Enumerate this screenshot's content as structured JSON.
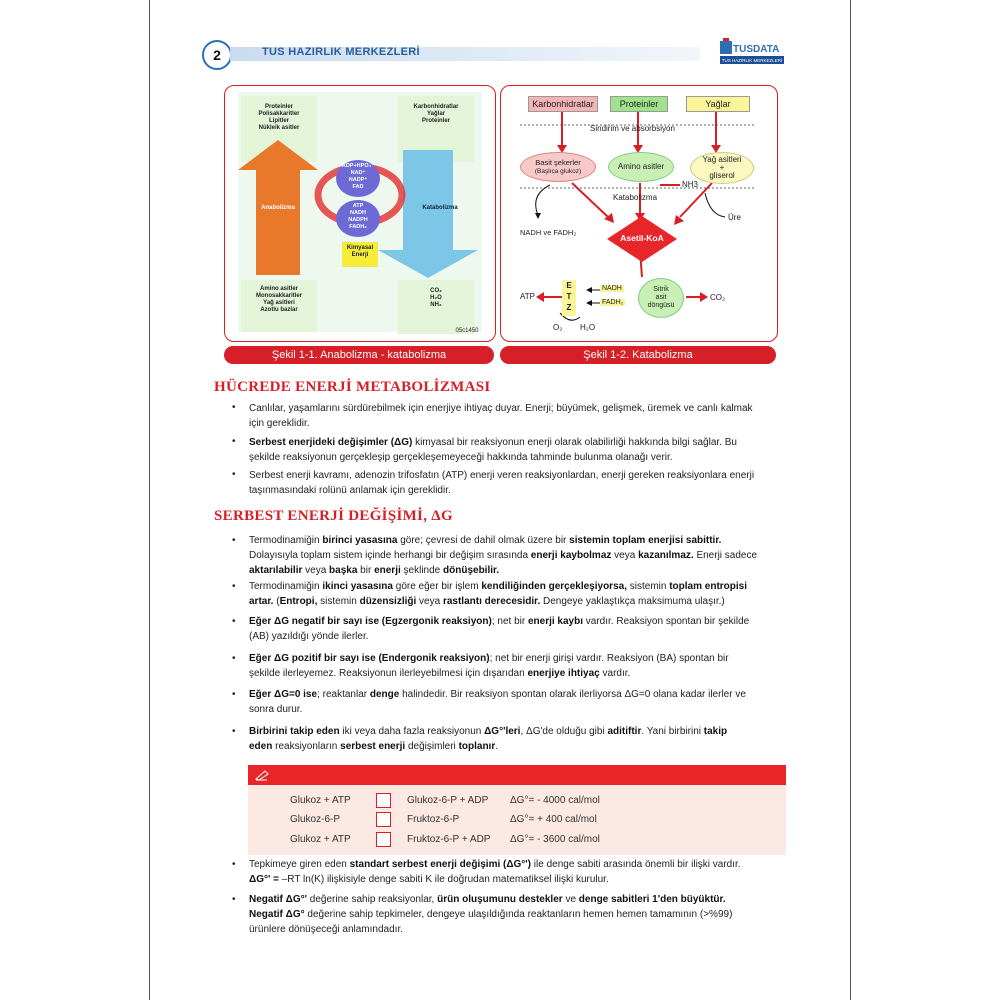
{
  "header": {
    "page_number": "2",
    "title": "TUS HAZIRLIK MERKEZLERİ",
    "logo_text": "TUSDATA",
    "logo_sub": "TUS HAZIRLIK MERKEZLERİ"
  },
  "figure1": {
    "caption": "Şekil 1-1. Anabolizma - katabolizma",
    "top_left": [
      "Proteinler",
      "Polisakkaritler",
      "Lipitler",
      "Nükleik asitler"
    ],
    "top_right": [
      "Karbonhidratlar",
      "Yağlar",
      "Proteinler"
    ],
    "anabolizma": "Anabolizma",
    "katabolizma": "Katabolizma",
    "upper_oval": [
      "ADP+HPO₄⁻",
      "NAD⁺",
      "NADP⁺",
      "FAD"
    ],
    "lower_oval": [
      "ATP",
      "NADH",
      "NADPH",
      "FADH₂"
    ],
    "chem_energy": [
      "Kimyasal",
      "Enerji"
    ],
    "bottom_left": [
      "Amino asitler",
      "Monosakkaritler",
      "Yağ asitleri",
      "Azotlu bazlar"
    ],
    "bottom_right": [
      "CO₂",
      "H₂O",
      "NH₃"
    ],
    "code": "05c1450"
  },
  "figure2": {
    "caption": "Şekil 1-2. Katabolizma",
    "carbs": "Karbonhidratlar",
    "proteins": "Proteinler",
    "fats": "Yağlar",
    "digestion": "Sindirim ve absorbsiyon",
    "simple_sugars": [
      "Basit şekerler",
      "(Başlıca glukoz)"
    ],
    "amino_acids": "Amino asitler",
    "fatty": [
      "Yağ asitleri",
      "+",
      "gliserol"
    ],
    "nh3": "NH3",
    "katabolizma": "Katabolizma",
    "nadh_fadh": "NADH ve FADH₂",
    "ure": "Üre",
    "acetyl": "Asetil-KoA",
    "atp": "ATP",
    "etz": [
      "E",
      "T",
      "Z"
    ],
    "nadh": "NADH",
    "fadh2": "FADH₂",
    "citric": [
      "Sitrik",
      "asit",
      "döngüsü"
    ],
    "co2": "CO₂",
    "o2": "O₂",
    "h2o": "H₂O"
  },
  "section1": {
    "title": "HÜCREDE ENERJİ METABOLİZMASI",
    "b1": "Canlılar, yaşamlarını sürdürebilmek için enerjiye ihtiyaç duyar. Enerji; büyümek, gelişmek, üremek ve canlı kalmak",
    "b1b": "için gereklidir.",
    "b2_bold": "Serbest enerjideki değişimler (ΔG)",
    "b2": " kimyasal bir reaksiyonun enerji olarak olabilirliği hakkında bilgi sağlar. Bu",
    "b2b": "şekilde reaksiyonun gerçekleşip gerçekleşemeyeceği hakkında tahminde bulunma olanağı verir.",
    "b3": "Serbest enerji kavramı, adenozin trifosfatın (ATP) enerji veren reaksiyonlardan, enerji gereken reaksiyonlara enerji",
    "b3b": "taşınmasındaki rolünü anlamak için gereklidir."
  },
  "section2": {
    "title": "SERBEST ENERJİ DEĞİŞİMİ, ΔG",
    "p1a": "Termodinamiğin ",
    "p1a_b": "birinci yasasına",
    "p1a2": " göre; çevresi de dahil olmak üzere bir ",
    "p1a_b2": "sistemin toplam enerjisi sabittir.",
    "p1b": "Dolayısıyla toplam sistem içinde herhangi bir değişim sırasında ",
    "p1b_b": "enerji kaybolmaz",
    "p1b2": " veya ",
    "p1b_b2": "kazanılmaz.",
    "p1b3": " Enerji sadece",
    "p1c_b": "aktarılabilir",
    "p1c": " veya ",
    "p1c_b2": "başka",
    "p1c2": " bir ",
    "p1c_b3": "enerji",
    "p1c3": " şeklinde ",
    "p1c_b4": "dönüşebilir.",
    "p2a": "Termodinamiğin ",
    "p2a_b": "ikinci yasasına",
    "p2a2": " göre eğer bir işlem ",
    "p2a_b2": "kendiliğinden gerçekleşiyorsa,",
    "p2a3": " sistemin ",
    "p2a_b3": "toplam entropisi",
    "p2b_b": "artar.",
    "p2b": " (",
    "p2b_b2": "Entropi,",
    "p2b2": " sistemin ",
    "p2b_b3": "düzensizliği",
    "p2b3": " veya ",
    "p2b_b4": "rastlantı derecesidir.",
    "p2b4": " Dengeye yaklaştıkça maksimuma ulaşır.)",
    "p3_b": "Eğer ΔG negatif bir sayı ise (Egzergonik reaksiyon)",
    "p3": "; net bir ",
    "p3_b2": "enerji kaybı",
    "p3b": " vardır. Reaksiyon spontan bir şekilde",
    "p3c": "(AB) yazıldığı yönde ilerler.",
    "p4_b": "Eğer ΔG pozitif bir sayı ise (Endergonik reaksiyon)",
    "p4": "; net bir enerji girişi vardır.  Reaksiyon (BA) spontan bir",
    "p4b": "şekilde ilerleyemez. Reaksiyonun ilerleyebilmesi için dışarıdan ",
    "p4b_b": "enerjiye ihtiyaç",
    "p4b2": " vardır.",
    "p5_b": "Eğer ΔG=0 ise",
    "p5": "; reaktanlar ",
    "p5_b2": "denge",
    "p5b": " halindedir. Bir reaksiyon spontan olarak ilerliyorsa ΔG=0 olana kadar ilerler ve",
    "p5c": "sonra durur.",
    "p6_b": "Birbirini takip eden",
    "p6": " iki veya daha fazla reaksiyonun ",
    "p6_b2": "ΔG°'leri",
    "p6b": ", ΔG'de olduğu gibi ",
    "p6_b3": "aditiftir",
    "p6c": ". Yani birbirini ",
    "p6_b4": "takip",
    "p6d_b": "eden",
    "p6d": " reaksiyonların ",
    "p6d_b2": "serbest enerji",
    "p6d2": " değişimleri ",
    "p6d_b3": "toplanır",
    "p6d3": "."
  },
  "table": {
    "icon": "note-icon",
    "rows": [
      {
        "a": "Glukoz + ATP",
        "b": "Glukoz-6-P + ADP",
        "c": "ΔG°= - 4000 cal/mol"
      },
      {
        "a": "Glukoz-6-P",
        "b": "Fruktoz-6-P",
        "c": "ΔG°= + 400  cal/mol"
      },
      {
        "a": "Glukoz + ATP",
        "b": "Fruktoz-6-P + ADP",
        "c": "ΔG°= - 3600 cal/mol"
      }
    ]
  },
  "section3": {
    "p1a": "Tepkimeye giren eden ",
    "p1a_b": "standart serbest enerji değişimi (ΔG°')",
    "p1a2": " ile denge sabiti arasında önemli bir ilişki vardır.",
    "p1b_b": "ΔG°' = ",
    "p1b": "–RT ln(K) ilişkisiyle denge sabiti K ile doğrudan matematiksel ilişki kurulur.",
    "p2a_b": "Negatif ΔG°'",
    "p2a": " değerine sahip reaksiyonlar, ",
    "p2a_b2": "ürün oluşumunu destekler",
    "p2a2": " ve ",
    "p2a_b3": "denge sabitleri 1'den büyüktür.",
    "p2b_b": "Negatif ΔG°",
    "p2b": " değerine sahip tepkimeler, dengeye ulaşıldığında reaktanların hemen hemen tamamının (>%99)",
    "p2c": "ürünlere dönüşeceği anlamındadır."
  },
  "colors": {
    "accent": "#d61f26",
    "header_blue": "#2a5d9c"
  }
}
